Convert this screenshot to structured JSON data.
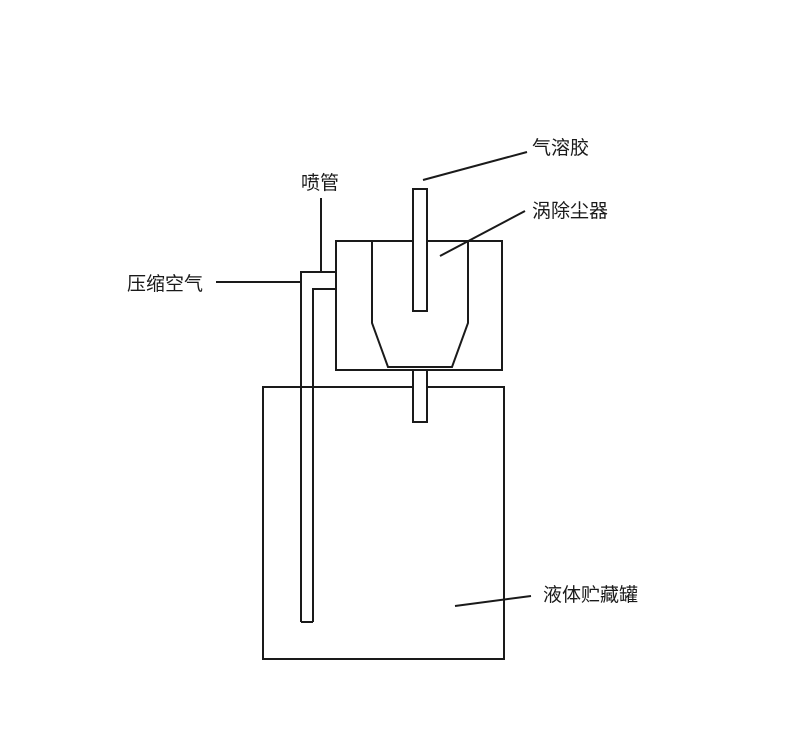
{
  "labels": {
    "aerosol": "气溶胶",
    "nozzle": "喷管",
    "cyclone": "涡除尘器",
    "compressed_air": "压缩空气",
    "tank": "液体贮藏罐"
  },
  "colors": {
    "line": "#1a1a1a",
    "background": "#ffffff"
  }
}
